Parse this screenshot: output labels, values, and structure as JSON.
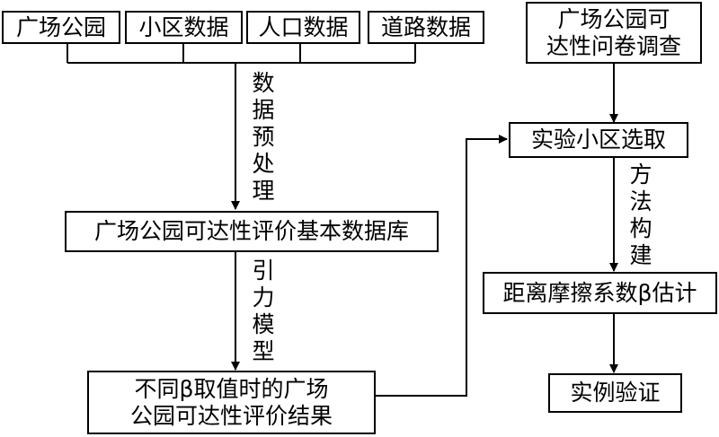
{
  "nodes": {
    "guangchang": "广场公园",
    "xiaoqu": "小区数据",
    "renkou": "人口数据",
    "daolu": "道路数据",
    "survey": [
      "广场公园可",
      "达性问卷调查"
    ],
    "database": "广场公园可达性评价基本数据库",
    "result": [
      "不同β取值时的广场",
      "公园可达性评价结果"
    ],
    "select": "实验小区选取",
    "estimate": "距离摩擦系数β估计",
    "verify": "实例验证"
  },
  "edge_labels": {
    "preprocess": [
      "数",
      "据",
      "预",
      "处",
      "理"
    ],
    "gravity": [
      "引",
      "力",
      "模",
      "型"
    ],
    "method": [
      "方",
      "法",
      "构",
      "建"
    ]
  }
}
